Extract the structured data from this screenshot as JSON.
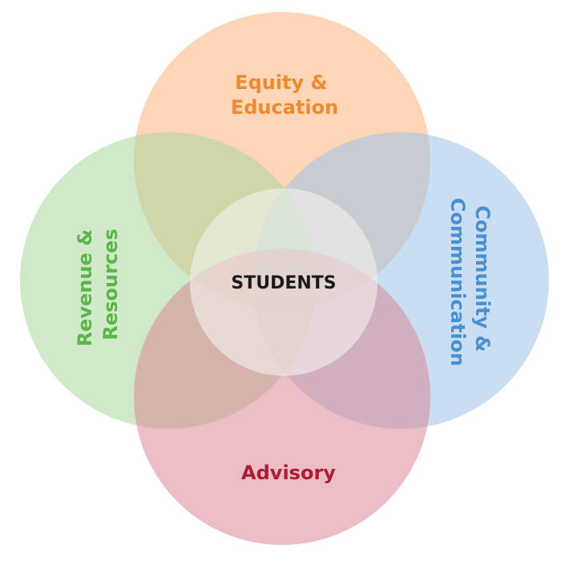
{
  "circles": {
    "equity": {
      "lines": [
        "Equity &",
        "Education"
      ],
      "fill": "#f9b47a",
      "text_color": "#ee8a2e"
    },
    "community": {
      "lines": [
        "Community &",
        "Communication"
      ],
      "fill": "#9cc3e8",
      "text_color": "#4a8fd1"
    },
    "revenue": {
      "lines": [
        "Revenue &",
        "Resources"
      ],
      "fill": "#a9d79a",
      "text_color": "#5cb548"
    },
    "advisory": {
      "lines": [
        "Advisory"
      ],
      "fill": "#d98893",
      "text_color": "#b01c34"
    }
  },
  "center": {
    "label": "STUDENTS",
    "fill": "#f3f1ee",
    "text_color": "#1a1a1a"
  }
}
